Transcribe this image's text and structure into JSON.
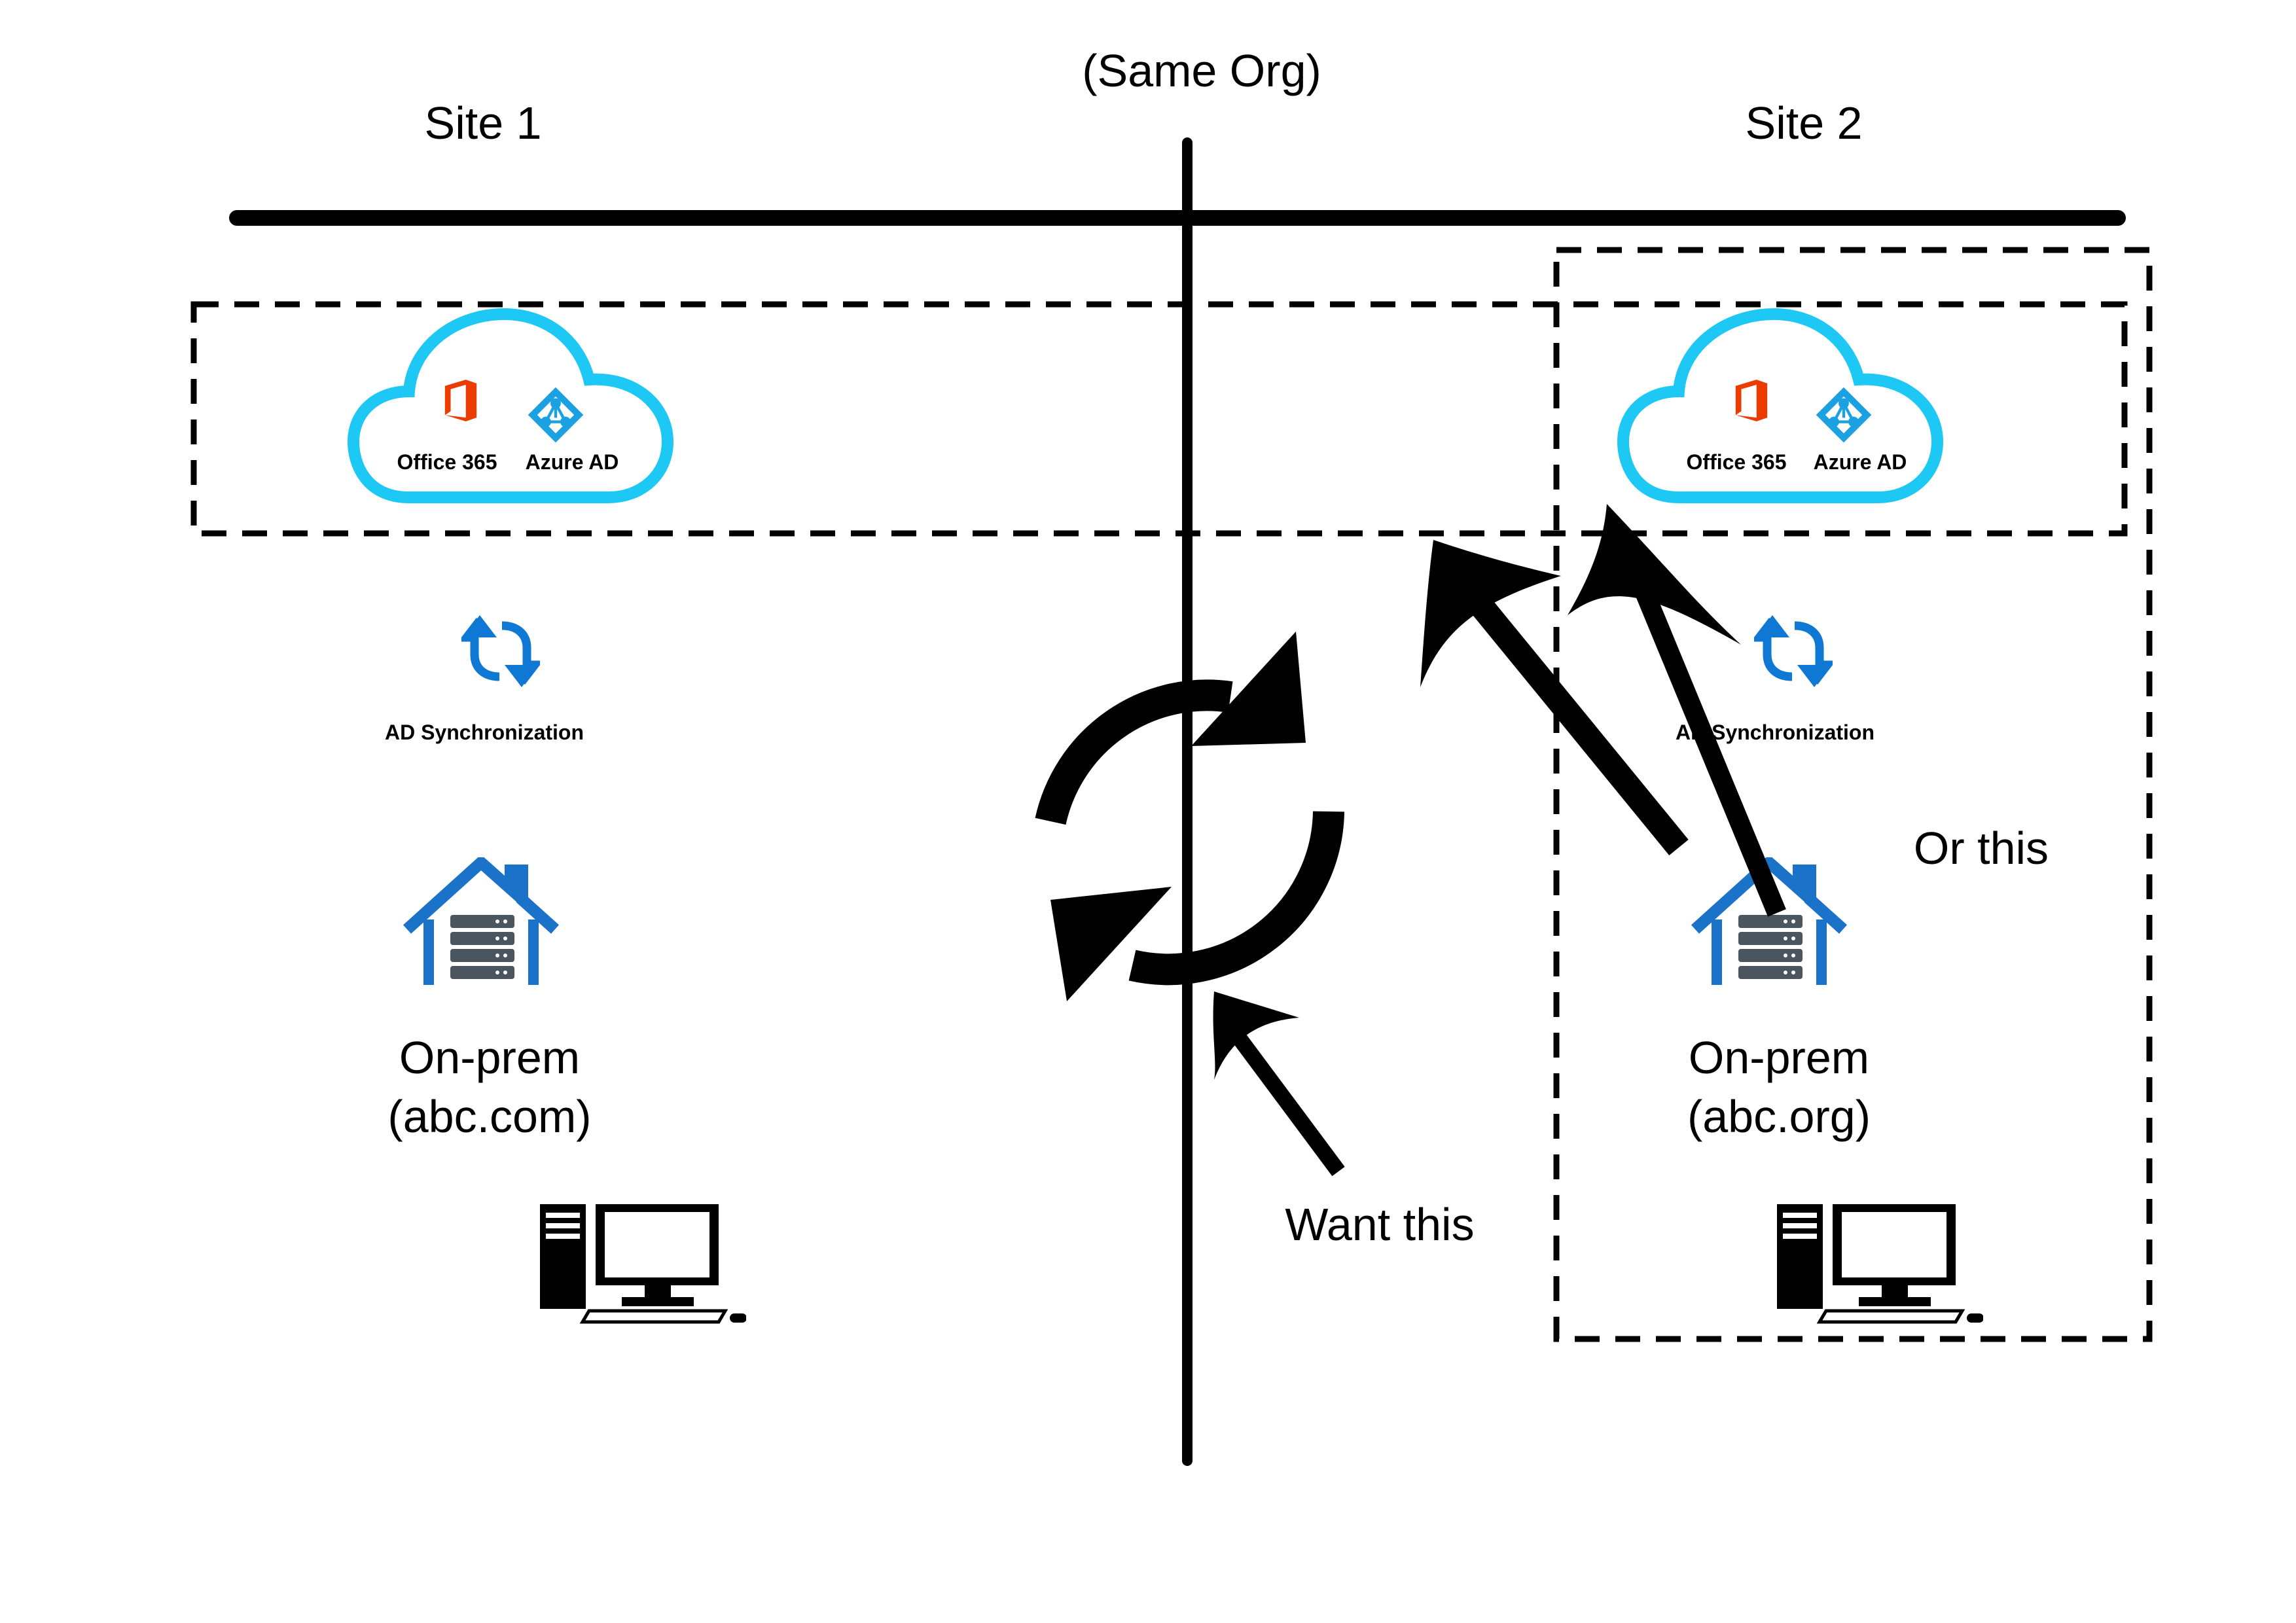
{
  "header": {
    "org_label": "(Same Org)",
    "site1_label": "Site 1",
    "site2_label": "Site 2"
  },
  "site1": {
    "cloud": {
      "office_label": "Office 365",
      "azure_label": "Azure AD"
    },
    "sync_label": "AD Synchronization",
    "onprem_line1": "On-prem",
    "onprem_line2": "(abc.com)"
  },
  "site2": {
    "cloud": {
      "office_label": "Office 365",
      "azure_label": "Azure AD"
    },
    "sync_label": "AD Synchronization",
    "onprem_line1": "On-prem",
    "onprem_line2": "(abc.org)"
  },
  "annotations": {
    "want_label": "Want this",
    "or_label": "Or this"
  },
  "colors": {
    "cloud_stroke": "#1ec8f5",
    "office_red": "#eb3c00",
    "azure_blue": "#1ba1e2",
    "sync_blue": "#0f78d4",
    "house_blue": "#1a73c8",
    "server_gray": "#4a5560",
    "line_black": "#000000"
  },
  "icons": [
    "office365-icon",
    "azure-ad-icon",
    "ad-sync-icon",
    "on-prem-house-icon",
    "desktop-computer-icon",
    "sync-cycle-icon"
  ]
}
